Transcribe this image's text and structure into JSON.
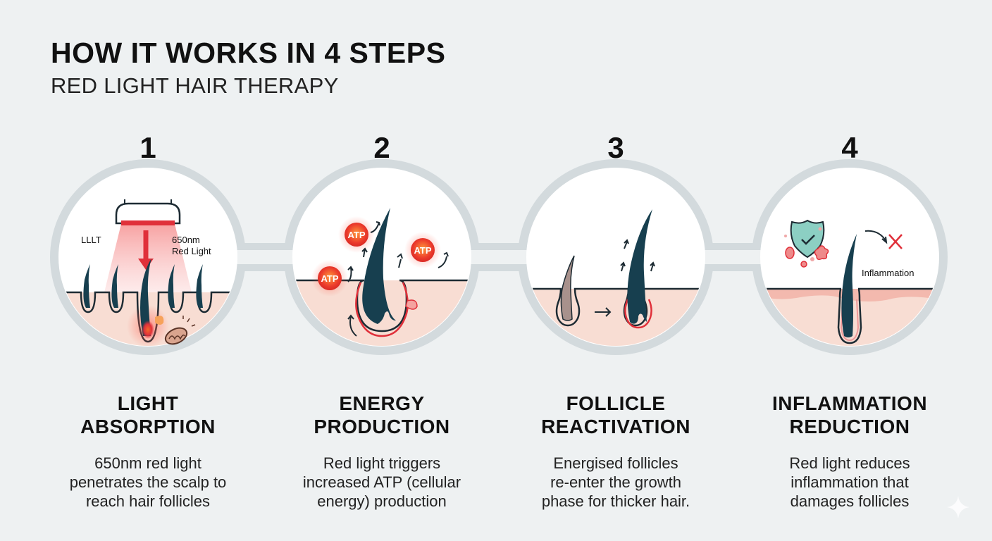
{
  "header": {
    "title": "HOW IT WORKS IN 4 STEPS",
    "subtitle": "RED LIGHT HAIR THERAPY"
  },
  "steps": [
    {
      "number": "1",
      "title": [
        "LIGHT",
        "ABSORPTION"
      ],
      "desc": [
        "650nm red light",
        "penetrates the scalp to",
        "reach hair follicles"
      ],
      "labels": {
        "device": "LLLT",
        "wavelength": "650nm",
        "light": "Red Light"
      }
    },
    {
      "number": "2",
      "title": [
        "ENERGY",
        "PRODUCTION"
      ],
      "desc": [
        "Red light triggers",
        "increased ATP (cellular",
        "energy) production"
      ],
      "labels": {
        "atp": "ATP"
      }
    },
    {
      "number": "3",
      "title": [
        "FOLLICLE",
        "REACTIVATION"
      ],
      "desc": [
        "Energised follicles",
        "re-enter the growth",
        "phase for thicker hair."
      ]
    },
    {
      "number": "4",
      "title": [
        "INFLAMMATION",
        "REDUCTION"
      ],
      "desc": [
        "Red light reduces",
        "inflammation that",
        "damages follicles"
      ],
      "labels": {
        "inflammation": "Inflammation"
      }
    }
  ],
  "colors": {
    "background": "#eef1f2",
    "ring": "#d3dadd",
    "hair": "#173f4f",
    "red": "#e0303a",
    "skin": "#f8ddd3",
    "shield": "#8ccfc3"
  }
}
